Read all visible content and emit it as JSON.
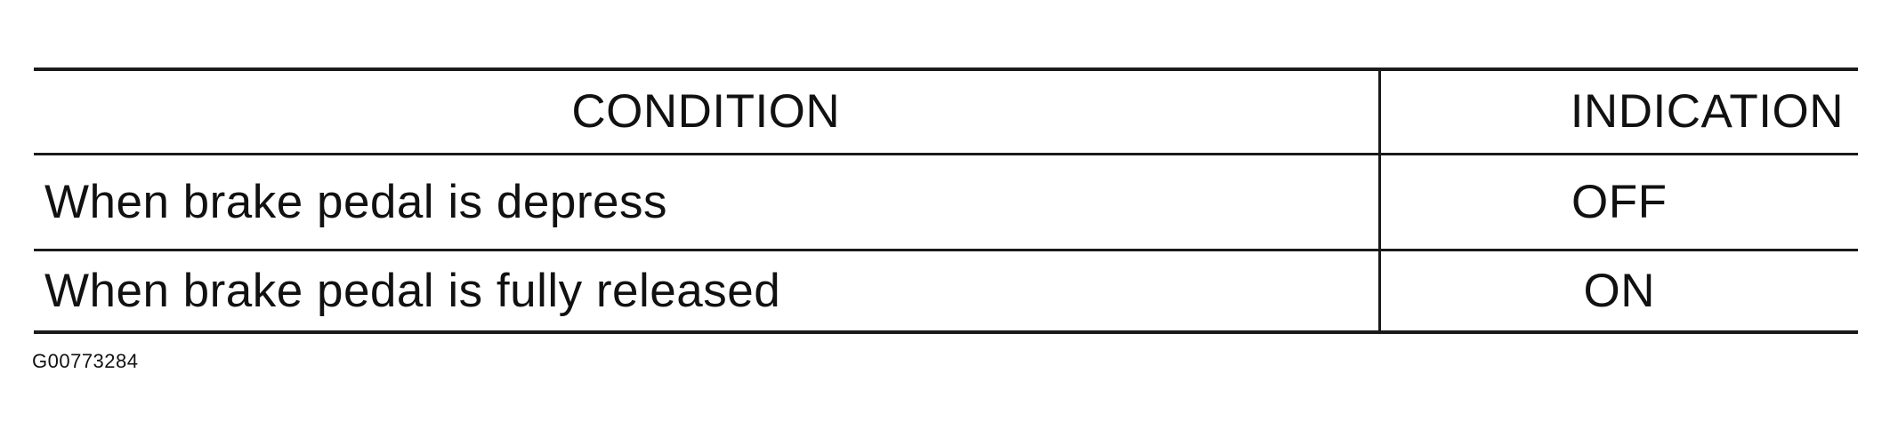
{
  "table": {
    "headers": {
      "condition": "CONDITION",
      "indication": "INDICATION"
    },
    "rows": [
      {
        "condition": "When brake pedal is depress",
        "indication": "OFF"
      },
      {
        "condition": "When brake pedal is fully released",
        "indication": "ON"
      }
    ]
  },
  "figure_id": "G00773284"
}
